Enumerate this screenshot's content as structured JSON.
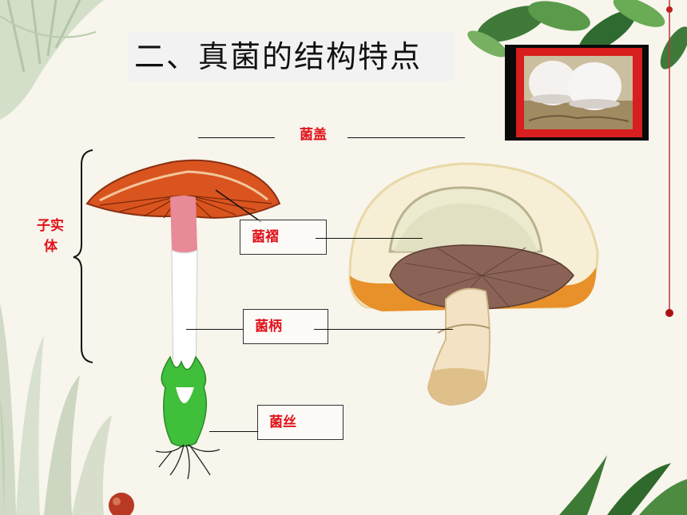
{
  "slide": {
    "title": "二、真菌的结构特点",
    "labels": {
      "cap": "菌盖",
      "gills": "菌褶",
      "stalk": "菌柄",
      "hyphae": "菌丝",
      "fruiting_body_line1": "子实",
      "fruiting_body_line2": "体"
    }
  },
  "colors": {
    "label_red": "#e0121a",
    "cap_orange": "#d9541f",
    "stalk_pink": "#e88a98",
    "base_green": "#3fbf3a",
    "photo_frame_red": "#d81e1e"
  }
}
